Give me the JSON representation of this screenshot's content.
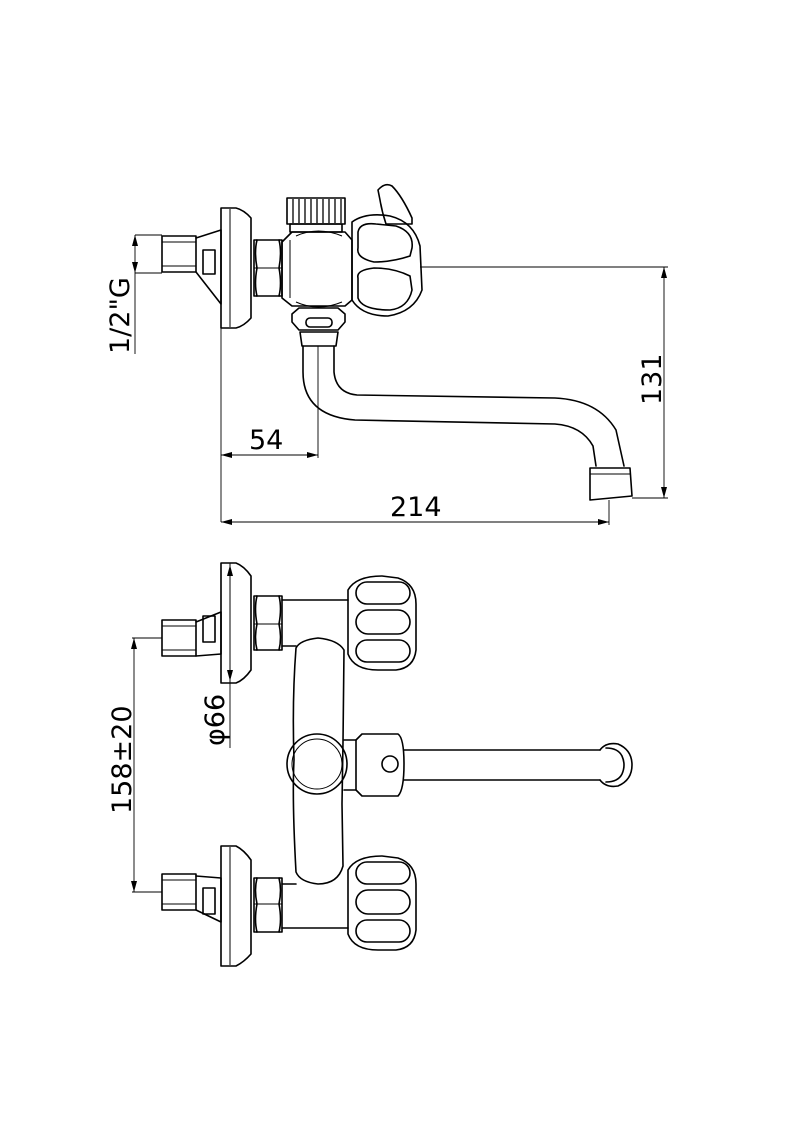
{
  "diagram": {
    "dimensions": {
      "thread": "1/2\"G",
      "inlet_offset": "54",
      "overall_length": "214",
      "spout_height": "131",
      "flange_diameter": "φ66",
      "center_distance": "158±20"
    }
  }
}
